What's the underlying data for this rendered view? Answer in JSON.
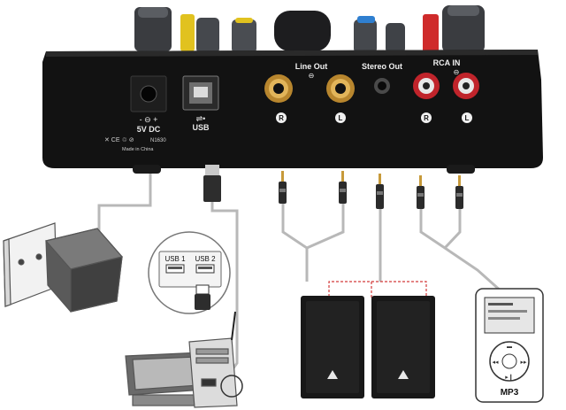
{
  "panel": {
    "line_out_label": "Line Out",
    "stereo_out_label": "Stereo Out",
    "rca_in_label": "RCA IN",
    "dc_label": "5V DC",
    "usb_label": "USB",
    "right_marker": "R",
    "left_marker": "L",
    "cert_text": "N1630",
    "made_in": "Made in China"
  },
  "usb_hub": {
    "port1_label": "USB 1",
    "port2_label": "USB 2"
  },
  "mp3_player": {
    "label": "MP3"
  },
  "colors": {
    "device_body": "#121212",
    "gold_jack": "#b8862e",
    "rca_red": "#c0242b",
    "cable_gray": "#b5b5b5",
    "speaker_wire_red": "#d23a3a",
    "knob_yellow": "#e1c21f",
    "knob_blue": "#2f7fd0",
    "knob_red": "#cf2b2b"
  }
}
